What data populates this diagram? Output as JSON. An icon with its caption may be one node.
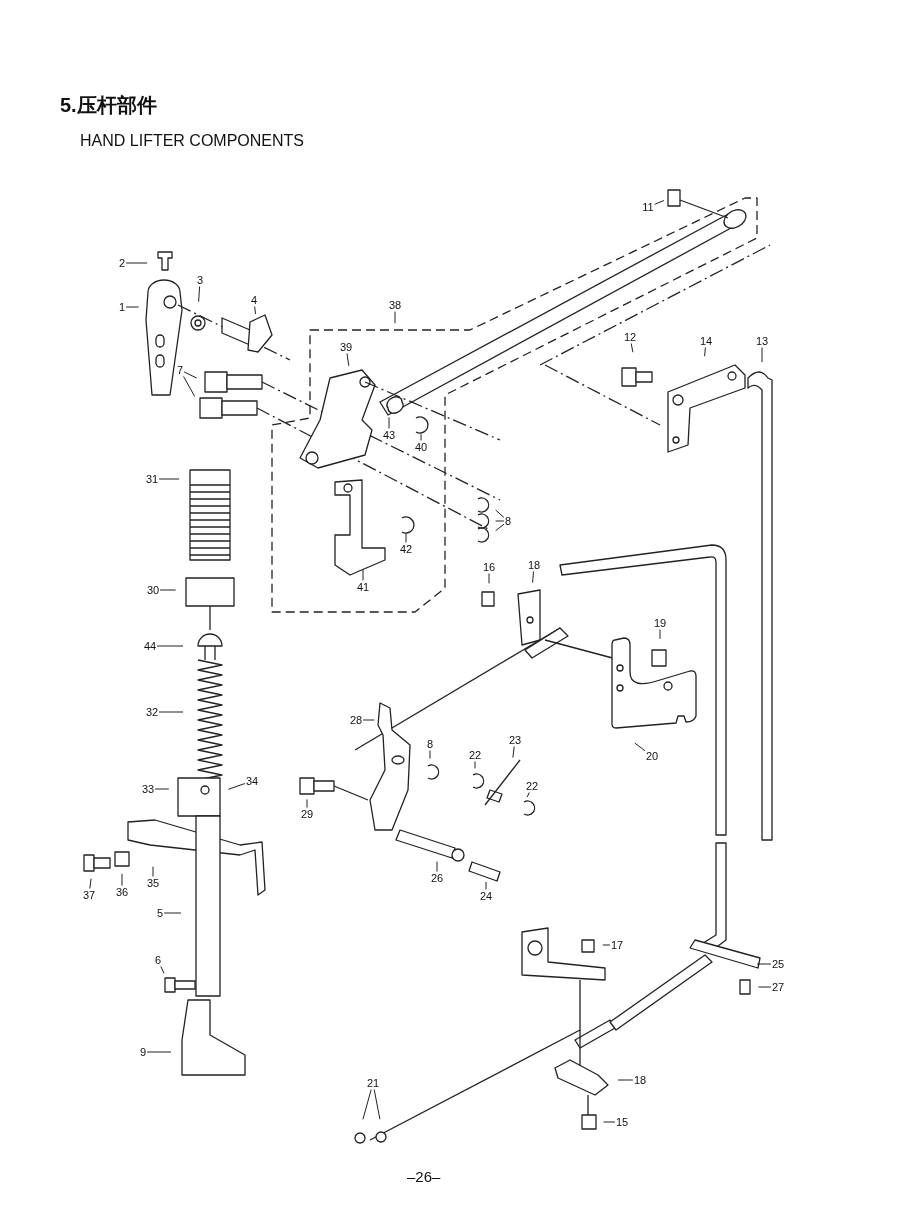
{
  "diagram": {
    "title": "5.压杆部件",
    "nodes": [
      {
        "text": [
          "11"
        ]
      },
      {
        "text": [
          "2"
        ]
      },
      {
        "text": [
          "3"
        ]
      },
      {
        "text": [
          "38"
        ]
      },
      {
        "text": [
          "1"
        ]
      },
      {
        "text": [
          "4"
        ]
      },
      {
        "text": [
          "12"
        ]
      },
      {
        "text": [
          "14"
        ]
      },
      {
        "text": [
          "13"
        ]
      },
      {
        "text": [
          "39"
        ]
      },
      {
        "text": [
          "7"
        ]
      },
      {
        "text": [
          "43"
        ]
      },
      {
        "text": [
          "40"
        ]
      },
      {
        "text": [
          "31"
        ]
      },
      {
        "text": [
          "8"
        ]
      },
      {
        "text": [
          "42"
        ]
      },
      {
        "text": [
          "16"
        ]
      },
      {
        "text": [
          "18"
        ]
      },
      {
        "text": [
          "41"
        ]
      },
      {
        "text": [
          "30"
        ]
      },
      {
        "text": [
          "19"
        ]
      },
      {
        "text": [
          "44"
        ]
      },
      {
        "text": [
          "32"
        ]
      },
      {
        "text": [
          "28"
        ]
      },
      {
        "text": [
          "23"
        ]
      },
      {
        "text": [
          "8"
        ]
      },
      {
        "text": [
          "22"
        ]
      },
      {
        "text": [
          "20"
        ]
      },
      {
        "text": [
          "34"
        ]
      },
      {
        "text": [
          "22"
        ]
      },
      {
        "text": [
          "33"
        ]
      },
      {
        "text": [
          "29"
        ]
      },
      {
        "text": [
          "26"
        ]
      },
      {
        "text": [
          "36"
        ]
      },
      {
        "text": [
          "35"
        ]
      },
      {
        "text": [
          "37"
        ]
      },
      {
        "text": [
          "24"
        ]
      },
      {
        "text": [
          "5"
        ]
      },
      {
        "text": [
          "17"
        ]
      },
      {
        "text": [
          "25"
        ]
      },
      {
        "text": [
          "6"
        ]
      },
      {
        "text": [
          "27"
        ]
      },
      {
        "text": [
          "9"
        ]
      },
      {
        "text": [
          "18"
        ]
      },
      {
        "text": [
          "21"
        ]
      },
      {
        "text": [
          "15"
        ]
      }
    ],
    "edges": [
      {
        "from": 0,
        "to": null,
        "arrow": "none"
      },
      {
        "from": 1,
        "to": null,
        "arrow": "none"
      },
      {
        "from": 2,
        "to": null,
        "arrow": "none"
      },
      {
        "from": 3,
        "to": null,
        "arrow": "none"
      },
      {
        "from": 4,
        "to": null,
        "arrow": "none"
      },
      {
        "from": 5,
        "to": null,
        "arrow": "none"
      },
      {
        "from": 6,
        "to": null,
        "arrow": "none"
      },
      {
        "from": 7,
        "to": null,
        "arrow": "none"
      },
      {
        "from": 8,
        "to": null,
        "arrow": "none"
      },
      {
        "from": 9,
        "to": null,
        "arrow": "none"
      },
      {
        "from": 10,
        "to": null,
        "arrow": "none"
      },
      {
        "from": 10,
        "to": null,
        "arrow": "none"
      },
      {
        "from": 11,
        "to": null,
        "arrow": "none"
      },
      {
        "from": 12,
        "to": null,
        "arrow": "none"
      },
      {
        "from": 13,
        "to": null,
        "arrow": "none"
      },
      {
        "from": 14,
        "to": null,
        "arrow": "none"
      },
      {
        "from": 14,
        "to": null,
        "arrow": "none"
      },
      {
        "from": 14,
        "to": null,
        "arrow": "none"
      },
      {
        "from": 15,
        "to": null,
        "arrow": "none"
      },
      {
        "from": 16,
        "to": null,
        "arrow": "none"
      },
      {
        "from": 17,
        "to": null,
        "arrow": "none"
      },
      {
        "from": 18,
        "to": null,
        "arrow": "none"
      },
      {
        "from": 19,
        "to": null,
        "arrow": "none"
      },
      {
        "from": 20,
        "to": null,
        "arrow": "none"
      },
      {
        "from": 21,
        "to": null,
        "arrow": "none"
      },
      {
        "from": 22,
        "to": null,
        "arrow": "none"
      },
      {
        "from": 23,
        "to": null,
        "arrow": "none"
      },
      {
        "from": 24,
        "to": null,
        "arrow": "none"
      },
      {
        "from": 25,
        "to": null,
        "arrow": "none"
      },
      {
        "from": 26,
        "to": null,
        "arrow": "none"
      },
      {
        "from": 27,
        "to": null,
        "arrow": "none"
      },
      {
        "from": 28,
        "to": null,
        "arrow": "none"
      },
      {
        "from": 29,
        "to": null,
        "arrow": "none"
      },
      {
        "from": 30,
        "to": null,
        "arrow": "none"
      },
      {
        "from": 31,
        "to": null,
        "arrow": "none"
      },
      {
        "from": 32,
        "to": null,
        "arrow": "none"
      },
      {
        "from": 33,
        "to": null,
        "arrow": "none"
      },
      {
        "from": 34,
        "to": null,
        "arrow": "none"
      },
      {
        "from": 35,
        "to": null,
        "arrow": "none"
      },
      {
        "from": 36,
        "to": null,
        "arrow": "none"
      },
      {
        "from": 37,
        "to": null,
        "arrow": "none"
      },
      {
        "from": 38,
        "to": null,
        "arrow": "none"
      },
      {
        "from": 39,
        "to": null,
        "arrow": "none"
      },
      {
        "from": 40,
        "to": null,
        "arrow": "none"
      },
      {
        "from": 41,
        "to": null,
        "arrow": "none"
      },
      {
        "from": 42,
        "to": null,
        "arrow": "none"
      },
      {
        "from": 43,
        "to": null,
        "arrow": "none"
      },
      {
        "from": 44,
        "to": null,
        "arrow": "none"
      },
      {
        "from": 44,
        "to": null,
        "arrow": "none"
      },
      {
        "from": 45,
        "to": null,
        "arrow": "none"
      }
    ],
    "labels": [
      "HAND LIFTER COMPONENTS",
      "–26–"
    ]
  }
}
